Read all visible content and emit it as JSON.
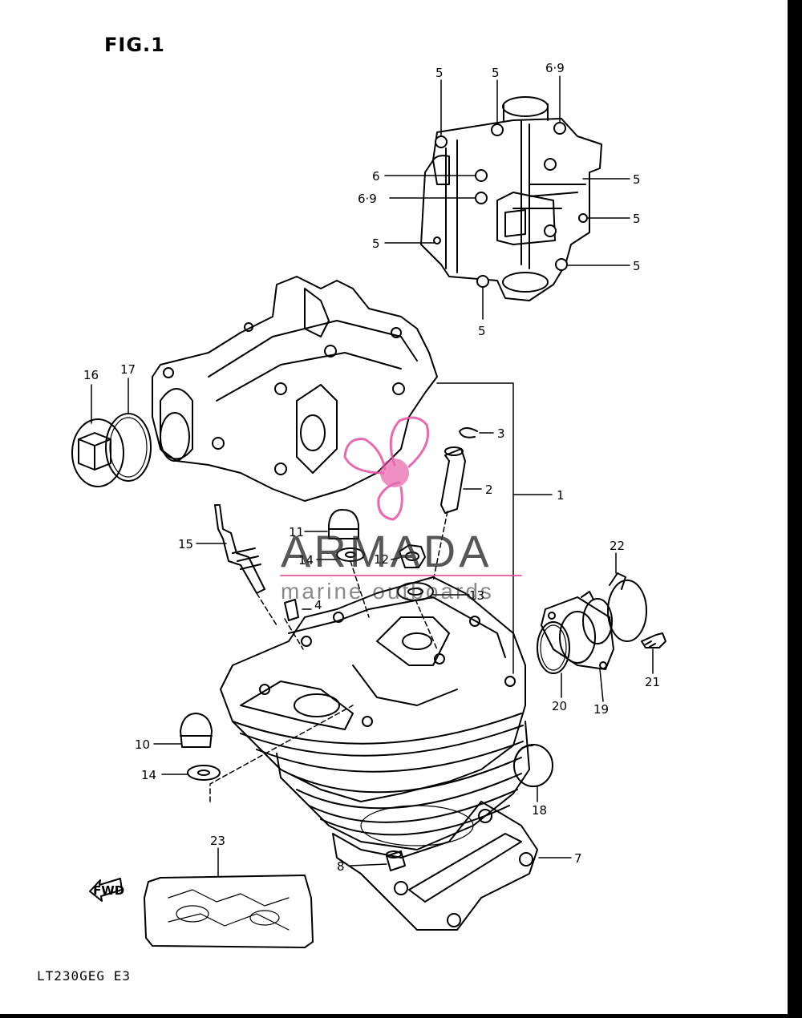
{
  "figure": {
    "title": "FIG.1",
    "model_code": "LT230GEG  E3"
  },
  "watermark": {
    "brand": "ARMADA",
    "tagline": "marine outboards",
    "accent_color": "#e64fa0"
  },
  "fwd_arrow": {
    "label": "FWD"
  },
  "callouts": {
    "c1": "1",
    "c2": "2",
    "c3": "3",
    "c4": "4",
    "c7": "7",
    "c8": "8",
    "c10": "10",
    "c11": "11",
    "c12": "12",
    "c13": "13",
    "c14a": "14",
    "c14b": "14",
    "c15": "15",
    "c16": "16",
    "c17": "17",
    "c18": "18",
    "c19": "19",
    "c20": "20",
    "c21": "21",
    "c22": "22",
    "c23": "23",
    "t5a": "5",
    "t5b": "5",
    "t69a": "6·9",
    "t6": "6",
    "t69b": "6·9",
    "t5c": "5",
    "t5d": "5",
    "t5e": "5",
    "t5f": "5",
    "t5g": "5"
  }
}
